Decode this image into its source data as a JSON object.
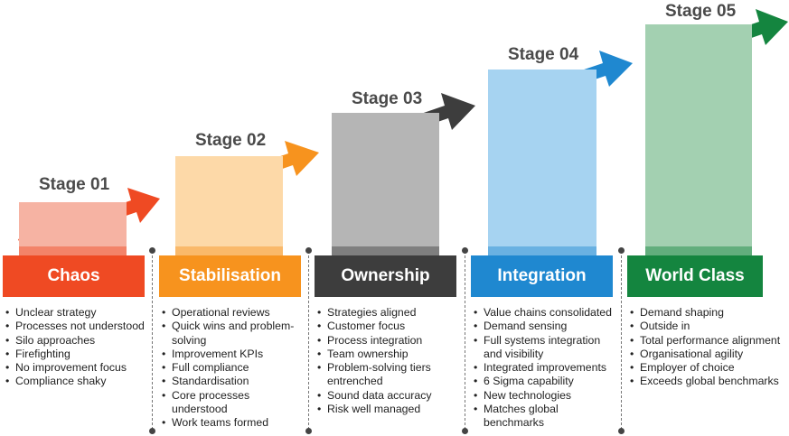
{
  "stages": [
    {
      "stage_label": "Stage 01",
      "title": "Chaos",
      "color": "#ef4a23",
      "pillar_color": "#f6b3a3",
      "items": [
        "Unclear strategy",
        "Processes not understood",
        "Silo approaches",
        "Firefighting",
        "No improvement focus",
        "Compliance shaky"
      ]
    },
    {
      "stage_label": "Stage 02",
      "title": "Stabilisation",
      "color": "#f7931e",
      "pillar_color": "#fdd9a8",
      "items": [
        "Operational reviews",
        "Quick wins and problem-solving",
        "Improvement KPIs",
        "Full compliance",
        "Standardisation",
        "Core processes understood",
        "Work teams formed"
      ]
    },
    {
      "stage_label": "Stage 03",
      "title": "Ownership",
      "color": "#3d3d3d",
      "pillar_color": "#b5b5b5",
      "items": [
        "Strategies aligned",
        "Customer focus",
        "Process integration",
        "Team ownership",
        "Problem-solving tiers entrenched",
        "Sound data accuracy",
        "Risk well managed"
      ]
    },
    {
      "stage_label": "Stage 04",
      "title": "Integration",
      "color": "#1f88d0",
      "pillar_color": "#a6d3f1",
      "items": [
        "Value chains consolidated",
        "Demand sensing",
        "Full systems integration and visibility",
        "Integrated improvements",
        "6 Sigma capability",
        "New technologies",
        "Matches global benchmarks"
      ]
    },
    {
      "stage_label": "Stage 05",
      "title": "World Class",
      "color": "#14853f",
      "pillar_color": "#a3d0b1",
      "items": [
        "Demand shaping",
        "Outside in",
        "Total performance alignment",
        "Organisational agility",
        "Employer of choice",
        "Exceeds global benchmarks"
      ]
    }
  ]
}
